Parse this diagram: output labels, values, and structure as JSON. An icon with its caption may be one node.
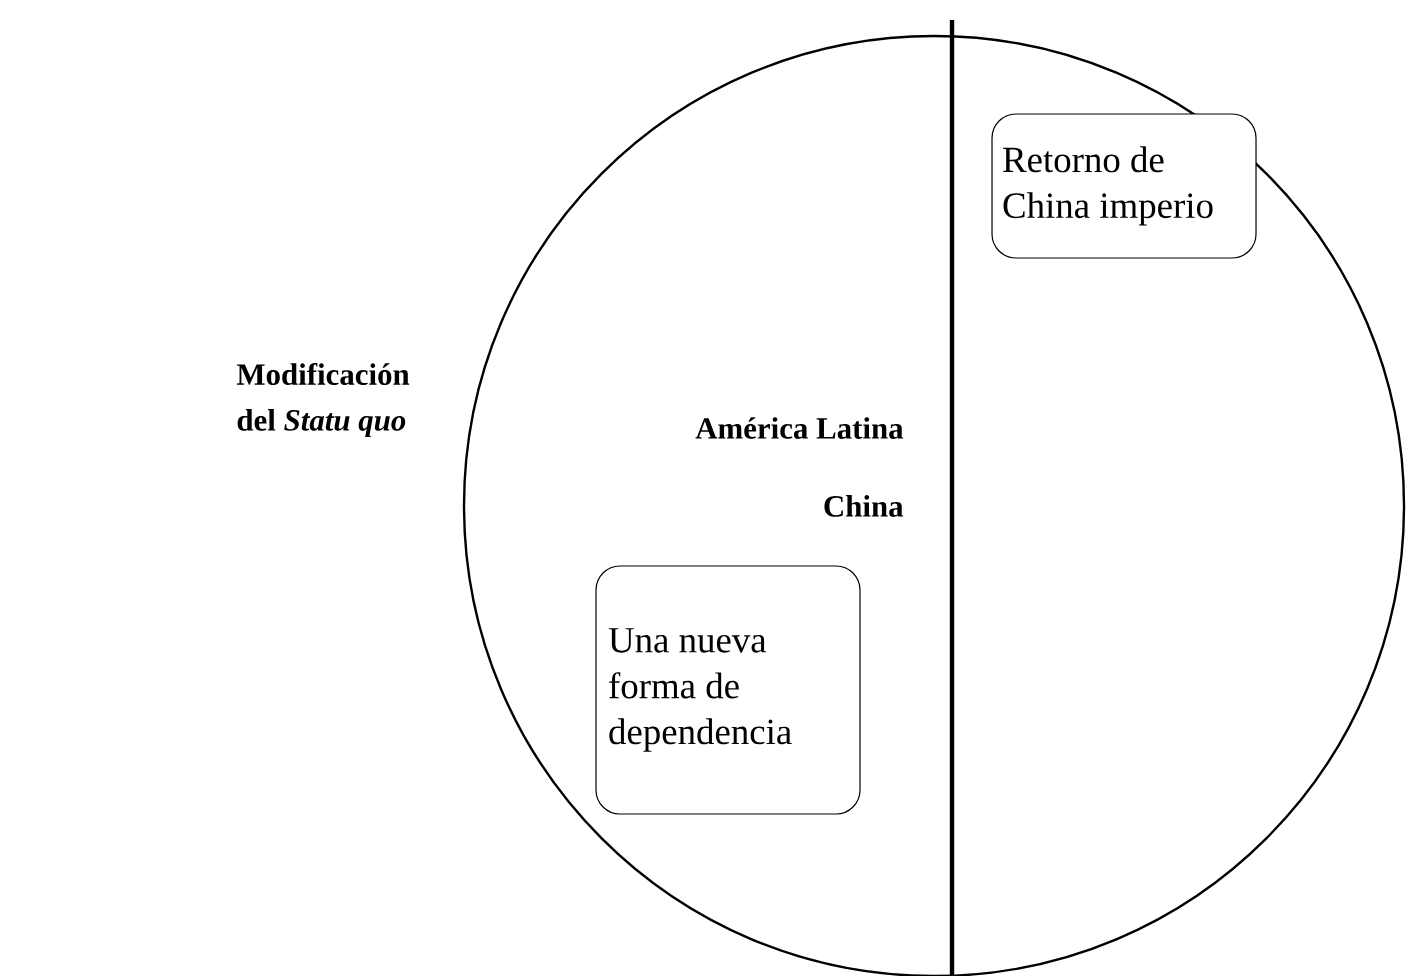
{
  "diagram": {
    "nodes": [
      {
        "text": [],
        "shape": "circle"
      },
      {
        "text": [
          "Retorno de China imperio"
        ],
        "in": 0
      },
      {
        "text": [
          "Una nueva forma de dependencia"
        ],
        "in": 0
      }
    ],
    "labels": [
      "Modificación del *Statu quo*",
      "América Latina",
      "China"
    ]
  }
}
